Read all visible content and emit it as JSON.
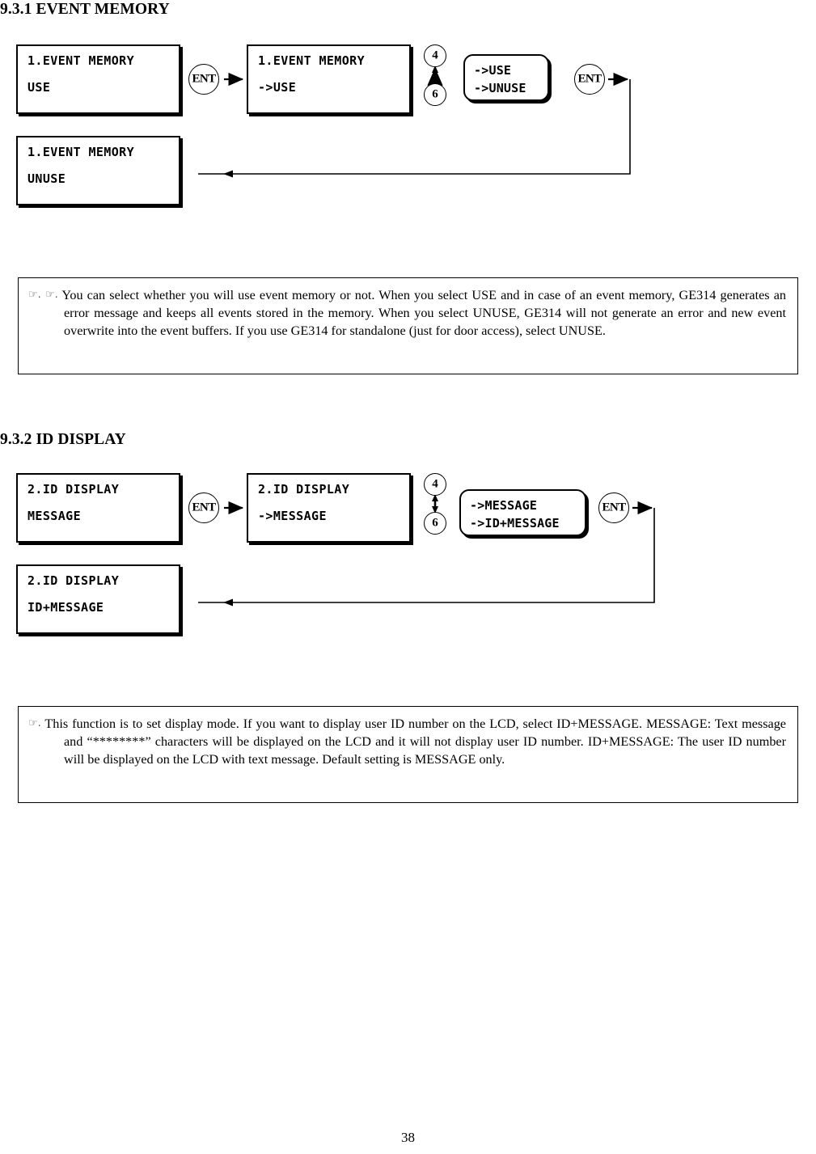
{
  "page": {
    "number": "38"
  },
  "sections": [
    {
      "heading": "9.3.1 EVENT MEMORY",
      "diagram": {
        "lcd_initial": {
          "line1": "1.EVENT MEMORY",
          "line2": "USE"
        },
        "lcd_edit": {
          "line1": "1.EVENT MEMORY",
          "line2": "->USE"
        },
        "lcd_result": {
          "line1": "1.EVENT MEMORY",
          "line2": "UNUSE"
        },
        "enter_key_1": "ENT",
        "enter_key_2": "ENT",
        "up_key": "4",
        "down_key": "6",
        "options": {
          "option1": "->USE",
          "option2": "->UNUSE"
        }
      },
      "note": {
        "marker": "☞. ☞.",
        "text": "You can select whether you will use event memory or not. When you select USE and in case of an event memory, GE314 generates an error message and keeps all events stored in the memory. When you select UNUSE, GE314 will not generate an error and new event overwrite into the event buffers. If you use GE314 for standalone (just for door access), select UNUSE."
      }
    },
    {
      "heading": "9.3.2 ID DISPLAY",
      "diagram": {
        "lcd_initial": {
          "line1": "2.ID DISPLAY",
          "line2": "MESSAGE"
        },
        "lcd_edit": {
          "line1": "2.ID DISPLAY",
          "line2": "->MESSAGE"
        },
        "lcd_result": {
          "line1": "2.ID DISPLAY",
          "line2": "ID+MESSAGE"
        },
        "enter_key_1": "ENT",
        "enter_key_2": "ENT",
        "up_key": "4",
        "down_key": "6",
        "options": {
          "option1": "->MESSAGE",
          "option2": "->ID+MESSAGE"
        }
      },
      "note": {
        "marker": "☞.",
        "text": "This function is to set display mode. If you want to display user ID number on the LCD, select ID+MESSAGE. MESSAGE: Text message and “********” characters will be displayed on the LCD and it will not display user ID number. ID+MESSAGE: The user ID number will be displayed on the LCD with text message. Default setting is MESSAGE only."
      }
    }
  ]
}
